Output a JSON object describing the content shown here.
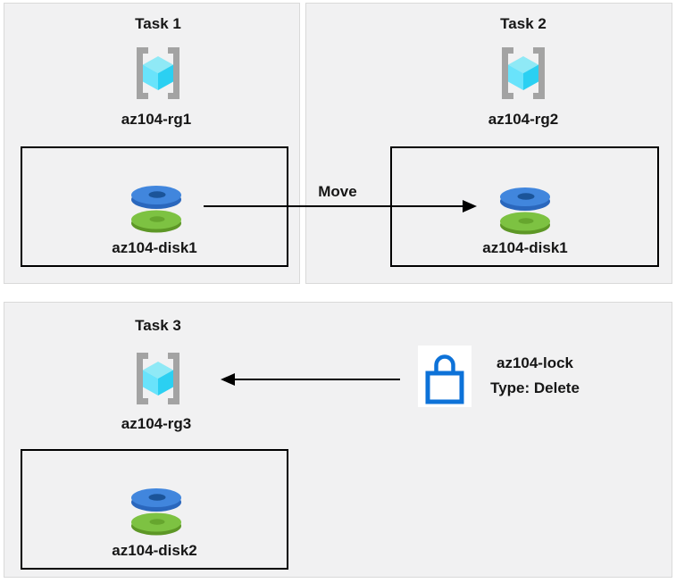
{
  "diagram": {
    "tasks": [
      {
        "title": "Task 1",
        "resource_group": "az104-rg1",
        "resource": "az104-disk1"
      },
      {
        "title": "Task 2",
        "resource_group": "az104-rg2",
        "resource": "az104-disk1"
      },
      {
        "title": "Task 3",
        "resource_group": "az104-rg3",
        "resource": "az104-disk2"
      }
    ],
    "move_arrow_label": "Move",
    "lock": {
      "name": "az104-lock",
      "type": "Type: Delete"
    },
    "colors": {
      "panel_bg": "#f1f1f2",
      "panel_border": "#d9d9d9",
      "box_border": "#000000",
      "bracket": "#a3a3a3",
      "cube_top": "#8fe9f6",
      "cube_left": "#69e3fb",
      "cube_right": "#2bd0f2",
      "disk_blue_top": "#4186dd",
      "disk_blue_side": "#2a67bd",
      "disk_blue_hole": "#1b5499",
      "disk_green_top": "#7dc242",
      "disk_green_side": "#5d9726",
      "disk_green_hole": "#66a62e",
      "lock_blue": "#0d72d8"
    }
  }
}
